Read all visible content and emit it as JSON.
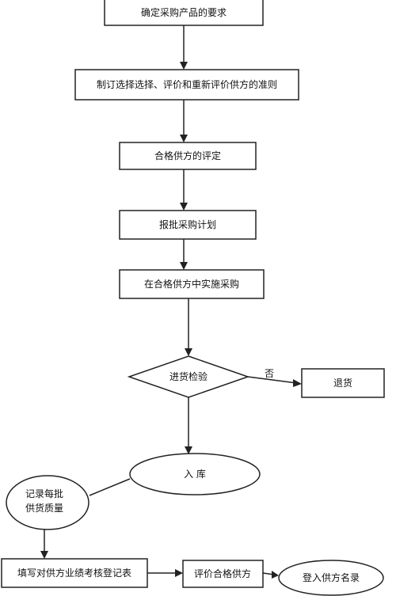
{
  "flowchart": {
    "step1": "确定采购产品的要求",
    "step2": "制订选择选择、评价和重新评价供方的准则",
    "step3": "合格供方的评定",
    "step4": "报批采购计划",
    "step5": "在合格供方中实施采购",
    "decision": "进货检验",
    "no_label": "否",
    "return_goods": "退货",
    "storage": "入  库",
    "record_line1": "记录每批",
    "record_line2": "供货质量",
    "fill_form": "填写对供方业绩考核登记表",
    "evaluate": "评价合格供方",
    "register": "登入供方名录"
  }
}
